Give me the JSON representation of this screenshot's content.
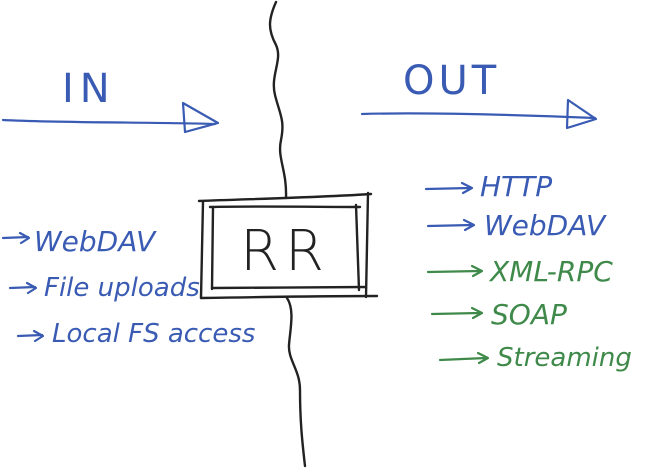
{
  "diagram": {
    "in_label": "IN",
    "out_label": "OUT",
    "center_label": "RR",
    "inputs": [
      {
        "label": "WebDAV",
        "color": "#3a5bb3"
      },
      {
        "label": "File uploads",
        "color": "#3a5bb3"
      },
      {
        "label": "Local FS access",
        "color": "#3a5bb3"
      }
    ],
    "outputs": [
      {
        "label": "HTTP",
        "color": "#3a5bb3"
      },
      {
        "label": "WebDAV",
        "color": "#3a5bb3"
      },
      {
        "label": "XML-RPC",
        "color": "#3f8a4a"
      },
      {
        "label": "SOAP",
        "color": "#3f8a4a"
      },
      {
        "label": "Streaming",
        "color": "#3f8a4a"
      }
    ],
    "colors": {
      "blue": "#3a5bb3",
      "green": "#3f8a4a",
      "ink": "#222222"
    }
  }
}
